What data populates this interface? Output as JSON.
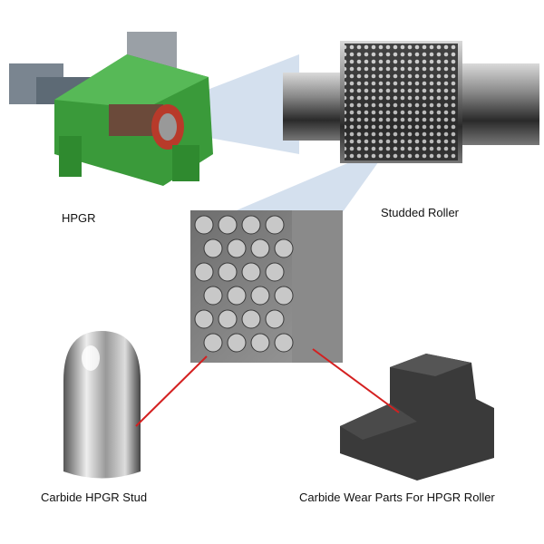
{
  "labels": {
    "hpgr": "HPGR",
    "studded_roller": "Studded Roller",
    "stud": "Carbide HPGR Stud",
    "wear_parts": "Carbide Wear Parts For HPGR Roller"
  },
  "colors": {
    "machine_green": "#3a9a3a",
    "wedge_blue": "#c9d8ea",
    "connector_red": "#d42020",
    "metal_dark": "#3a3a3a"
  }
}
